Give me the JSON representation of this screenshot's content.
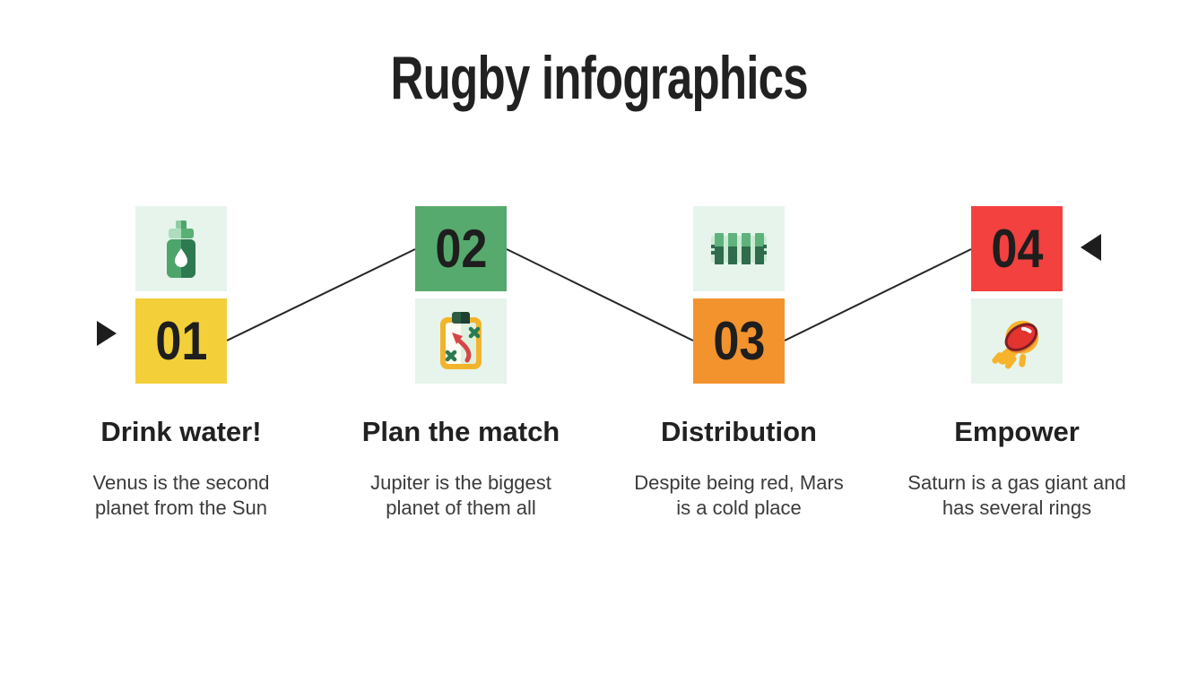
{
  "title": "Rugby infographics",
  "steps": [
    {
      "number": "01",
      "heading": "Drink water!",
      "body_lines": [
        "Venus is the second",
        "planet from the Sun"
      ],
      "accent_color": "#f3cf3a",
      "icon": "water-bottle-icon",
      "number_position": "bottom"
    },
    {
      "number": "02",
      "heading": "Plan the match",
      "body_lines": [
        "Jupiter is the biggest",
        "planet of them all"
      ],
      "accent_color": "#56aa6d",
      "icon": "strategy-clipboard-icon",
      "number_position": "top"
    },
    {
      "number": "03",
      "heading": "Distribution",
      "body_lines": [
        "Despite being red, Mars",
        "is a cold place"
      ],
      "accent_color": "#f2932e",
      "icon": "rugby-field-icon",
      "number_position": "bottom"
    },
    {
      "number": "04",
      "heading": "Empower",
      "body_lines": [
        "Saturn is a gas giant and",
        "has several rings"
      ],
      "accent_color": "#f2413e",
      "icon": "rugby-ball-icon",
      "number_position": "top"
    }
  ],
  "colors": {
    "background": "#ffffff",
    "icon_tile": "#e6f4ec",
    "title_text": "#212121",
    "heading_text": "#212121",
    "body_text": "#3b3b3b",
    "number_text": "#1e1e1e",
    "connector_line": "#262626",
    "pointer": "#1d1d1d"
  },
  "decorations": {
    "left_pointer": "right-pointing-triangle",
    "right_pointer": "left-pointing-triangle"
  }
}
